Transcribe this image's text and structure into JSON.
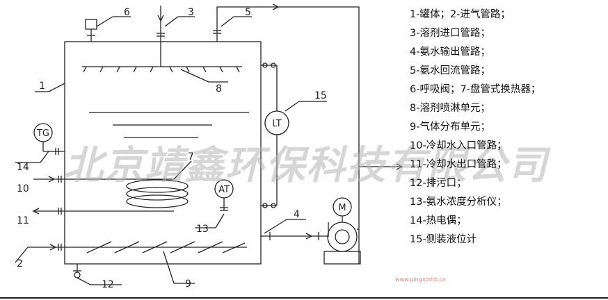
{
  "legend": [
    "1-罐体；2-进气管路；",
    "3-溶剂进口管路；",
    "4-氨水输出管路；",
    "5-氨水回流管路；",
    "6-呼吸阀；7-盘管式换热器；",
    "8-溶剂喷淋单元；",
    "9-气体分布单元；",
    "10-冷却水入口管路；",
    "11-冷却水出口管路；",
    "12-排污口；",
    "13-氨水浓度分析仪；",
    "14-热电偶；",
    "15-侧装液位计"
  ],
  "callouts": {
    "n1": "1",
    "n2": "2",
    "n3": "3",
    "n4": "4",
    "n5": "5",
    "n6": "6",
    "n7": "7",
    "n8": "8",
    "n9": "9",
    "n10": "10",
    "n11": "11",
    "n12": "12",
    "n13": "13",
    "n14": "14",
    "n15": "15"
  },
  "instruments": {
    "tg": "TG",
    "at": "AT",
    "lt": "LT",
    "motor": "M"
  },
  "watermark": "北京靖鑫环保科技有限公司",
  "site_url": "www.qingxinhb.cn"
}
